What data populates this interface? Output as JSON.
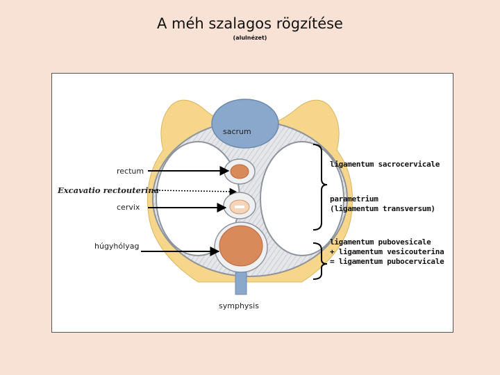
{
  "header": {
    "title": "A méh szalagos rögzítése",
    "subtitle": "(alulnézet)"
  },
  "diagram": {
    "structures": {
      "sacrum": "sacrum",
      "symphysis": "symphysis"
    },
    "left_labels": {
      "rectum": "rectum",
      "excavatio": "Excavatio rectouterina",
      "cervix": "cervix",
      "bladder": "húgyhólyag"
    },
    "right_labels": {
      "sacrocervicale": "ligamentum sacrocervicale",
      "parametrium_1": "parametrium",
      "parametrium_2": "(ligamentum transversum)",
      "pubo_1": "ligamentum pubovesicale",
      "pubo_2": "+ ligamentum vesicouterina",
      "pubo_3": "= ligamentum pubocervicale"
    },
    "colors": {
      "background": "#f8e2d6",
      "bone": "#f5d68a",
      "sacrum_fill": "#8aa7cc",
      "organ": "#d98a5a",
      "ligament": "#c8ccd2",
      "arrow": "#000000"
    }
  }
}
